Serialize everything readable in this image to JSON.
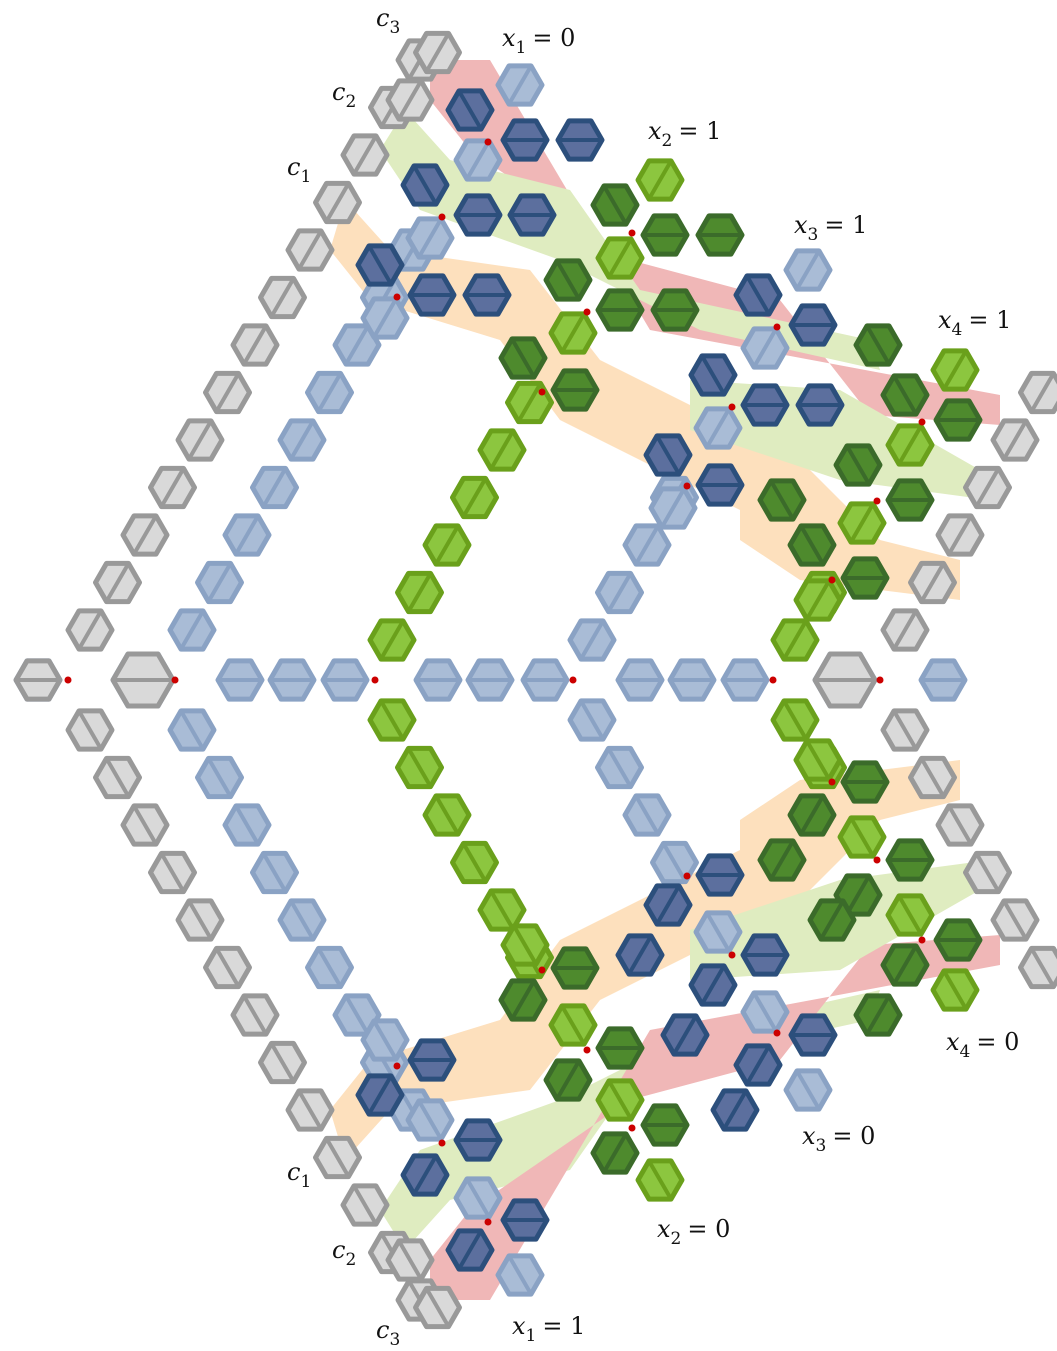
{
  "colors": {
    "gray_fill": "#d9d9d9",
    "gray_stroke": "#999999",
    "lightblue_fill": "#a9bcd6",
    "lightblue_stroke": "#8aa2c4",
    "darkblue_fill": "#5c6f9e",
    "darkblue_stroke": "#2c4f7c",
    "lightgreen_fill": "#8cc63f",
    "lightgreen_stroke": "#6aa01b",
    "darkgreen_fill": "#4e8a2d",
    "darkgreen_stroke": "#3b6b2a",
    "band_pink": "#f0b7b7",
    "band_lightgreen": "#dfecc0",
    "band_orange": "#fde0bd",
    "node_dot": "#cc0000"
  },
  "labels": {
    "c3_top": {
      "base": "c",
      "sub": "3"
    },
    "c2_top": {
      "base": "c",
      "sub": "2"
    },
    "c1_top": {
      "base": "c",
      "sub": "1"
    },
    "c1_bottom": {
      "base": "c",
      "sub": "1"
    },
    "c2_bottom": {
      "base": "c",
      "sub": "2"
    },
    "c3_bottom": {
      "base": "c",
      "sub": "3"
    },
    "x1_top": {
      "base": "x",
      "sub": "1",
      "value": "= 0"
    },
    "x2_top": {
      "base": "x",
      "sub": "2",
      "value": "= 1"
    },
    "x3_top": {
      "base": "x",
      "sub": "3",
      "value": "= 1"
    },
    "x4_top": {
      "base": "x",
      "sub": "4",
      "value": "= 1"
    },
    "x1_bottom": {
      "base": "x",
      "sub": "1",
      "value": "= 1"
    },
    "x2_bottom": {
      "base": "x",
      "sub": "2",
      "value": "= 0"
    },
    "x3_bottom": {
      "base": "x",
      "sub": "3",
      "value": "= 0"
    },
    "x4_bottom": {
      "base": "x",
      "sub": "4",
      "value": "= 0"
    }
  }
}
